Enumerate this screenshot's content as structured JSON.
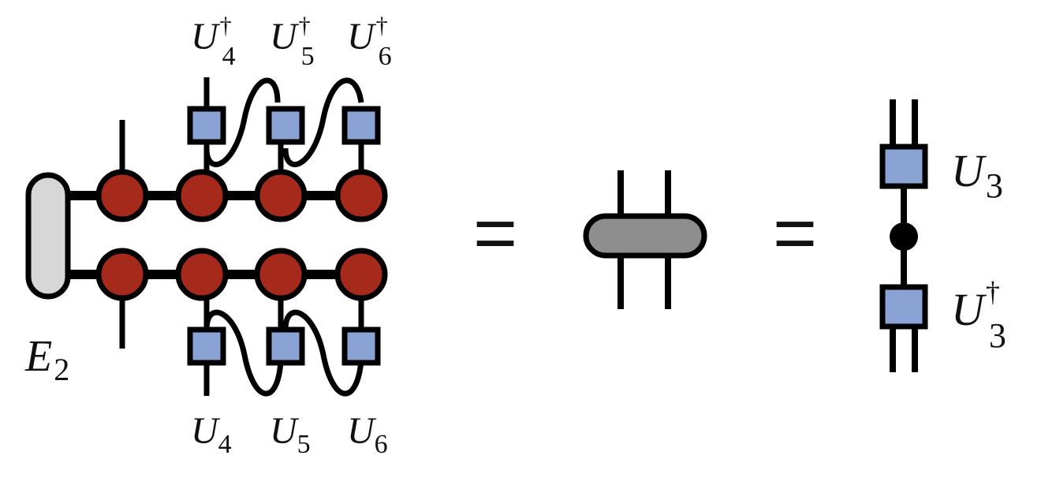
{
  "colors": {
    "line": "#000000",
    "red_tensor": "#a52a1c",
    "blue_tensor": "#8aa2d4",
    "environment": "#d7d7d7",
    "contracted": "#8e8e8e",
    "dot": "#000000"
  },
  "labels": {
    "E2": {
      "main": "E",
      "sub": "2"
    },
    "top": [
      {
        "main": "U",
        "sub": "4",
        "sup": "†"
      },
      {
        "main": "U",
        "sub": "5",
        "sup": "†"
      },
      {
        "main": "U",
        "sub": "6",
        "sup": "†"
      }
    ],
    "bottom": [
      {
        "main": "U",
        "sub": "4"
      },
      {
        "main": "U",
        "sub": "5"
      },
      {
        "main": "U",
        "sub": "6"
      }
    ],
    "right_top": {
      "main": "U",
      "sub": "3"
    },
    "right_bottom": {
      "main": "U",
      "sub": "3",
      "sup": "†"
    }
  },
  "equals": [
    "=",
    "="
  ]
}
